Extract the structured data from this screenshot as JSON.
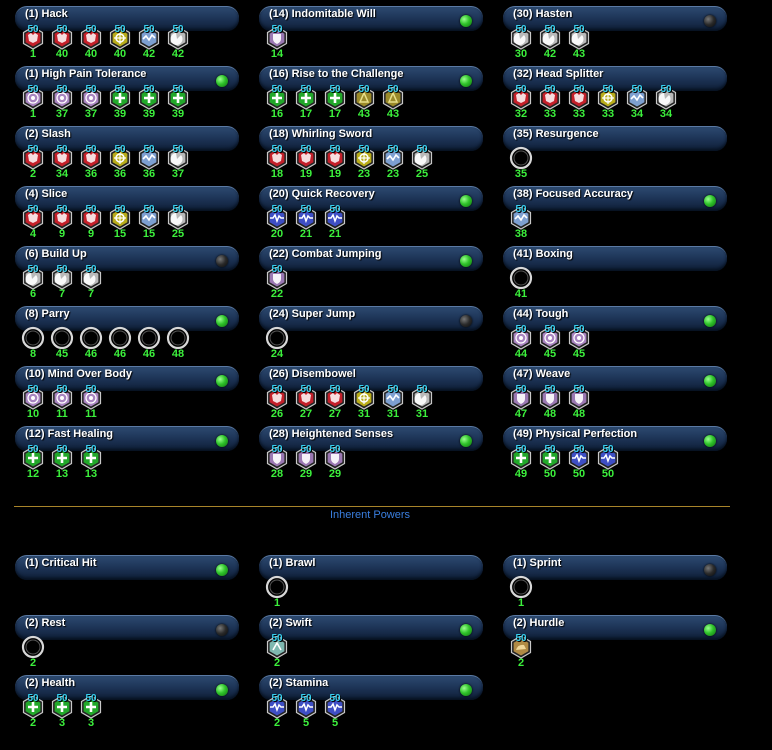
{
  "primary": [
    {
      "label": "(1) Hack",
      "active": false,
      "slots": [
        {
          "t": "red",
          "lv": "50",
          "sl": "1"
        },
        {
          "t": "red",
          "lv": "50",
          "sl": "40"
        },
        {
          "t": "red",
          "lv": "50",
          "sl": "40"
        },
        {
          "t": "yellow",
          "lv": "50",
          "sl": "40"
        },
        {
          "t": "blue",
          "lv": "50",
          "sl": "42"
        },
        {
          "t": "gray",
          "lv": "50",
          "sl": "42"
        }
      ]
    },
    {
      "label": "(1) High Pain Tolerance",
      "active": true,
      "slots": [
        {
          "t": "purple",
          "lv": "50",
          "sl": "1"
        },
        {
          "t": "purple",
          "lv": "50",
          "sl": "37"
        },
        {
          "t": "purple",
          "lv": "50",
          "sl": "37"
        },
        {
          "t": "green",
          "lv": "50",
          "sl": "39"
        },
        {
          "t": "green",
          "lv": "50",
          "sl": "39"
        },
        {
          "t": "green",
          "lv": "50",
          "sl": "39"
        }
      ]
    },
    {
      "label": "(2) Slash",
      "active": false,
      "slots": [
        {
          "t": "red",
          "lv": "50",
          "sl": "2"
        },
        {
          "t": "red",
          "lv": "50",
          "sl": "34"
        },
        {
          "t": "red",
          "lv": "50",
          "sl": "36"
        },
        {
          "t": "yellow",
          "lv": "50",
          "sl": "36"
        },
        {
          "t": "blue",
          "lv": "50",
          "sl": "36"
        },
        {
          "t": "gray",
          "lv": "50",
          "sl": "37"
        }
      ]
    },
    {
      "label": "(4) Slice",
      "active": false,
      "slots": [
        {
          "t": "red",
          "lv": "50",
          "sl": "4"
        },
        {
          "t": "red",
          "lv": "50",
          "sl": "9"
        },
        {
          "t": "red",
          "lv": "50",
          "sl": "9"
        },
        {
          "t": "yellow",
          "lv": "50",
          "sl": "15"
        },
        {
          "t": "blue",
          "lv": "50",
          "sl": "15"
        },
        {
          "t": "gray",
          "lv": "50",
          "sl": "25"
        }
      ]
    },
    {
      "label": "(6) Build Up",
      "active": false,
      "off": true,
      "slots": [
        {
          "t": "gray",
          "lv": "50",
          "sl": "6"
        },
        {
          "t": "gray",
          "lv": "50",
          "sl": "7"
        },
        {
          "t": "gray",
          "lv": "50",
          "sl": "7"
        }
      ]
    },
    {
      "label": "(8) Parry",
      "active": true,
      "slots": [
        {
          "t": "empty",
          "lv": "",
          "sl": "8"
        },
        {
          "t": "empty",
          "lv": "",
          "sl": "45"
        },
        {
          "t": "empty",
          "lv": "",
          "sl": "46"
        },
        {
          "t": "empty",
          "lv": "",
          "sl": "46"
        },
        {
          "t": "empty",
          "lv": "",
          "sl": "46"
        },
        {
          "t": "empty",
          "lv": "",
          "sl": "48"
        }
      ]
    },
    {
      "label": "(10) Mind Over Body",
      "active": true,
      "slots": [
        {
          "t": "purple",
          "lv": "50",
          "sl": "10"
        },
        {
          "t": "purple",
          "lv": "50",
          "sl": "11"
        },
        {
          "t": "purple",
          "lv": "50",
          "sl": "11"
        }
      ]
    },
    {
      "label": "(12) Fast Healing",
      "active": true,
      "slots": [
        {
          "t": "green",
          "lv": "50",
          "sl": "12"
        },
        {
          "t": "green",
          "lv": "50",
          "sl": "13"
        },
        {
          "t": "green",
          "lv": "50",
          "sl": "13"
        }
      ]
    },
    {
      "label": "(14) Indomitable Will",
      "active": true,
      "slots": [
        {
          "t": "shield",
          "lv": "50",
          "sl": "14"
        }
      ]
    },
    {
      "label": "(16) Rise to the Challenge",
      "active": true,
      "slots": [
        {
          "t": "green",
          "lv": "50",
          "sl": "16"
        },
        {
          "t": "green",
          "lv": "50",
          "sl": "17"
        },
        {
          "t": "green",
          "lv": "50",
          "sl": "17"
        },
        {
          "t": "olive",
          "lv": "50",
          "sl": "43"
        },
        {
          "t": "olive",
          "lv": "50",
          "sl": "43"
        }
      ]
    },
    {
      "label": "(18) Whirling Sword",
      "active": false,
      "slots": [
        {
          "t": "red",
          "lv": "50",
          "sl": "18"
        },
        {
          "t": "red",
          "lv": "50",
          "sl": "19"
        },
        {
          "t": "red",
          "lv": "50",
          "sl": "19"
        },
        {
          "t": "yellow",
          "lv": "50",
          "sl": "23"
        },
        {
          "t": "blue",
          "lv": "50",
          "sl": "23"
        },
        {
          "t": "gray",
          "lv": "50",
          "sl": "25"
        }
      ]
    },
    {
      "label": "(20) Quick Recovery",
      "active": true,
      "slots": [
        {
          "t": "wave",
          "lv": "50",
          "sl": "20"
        },
        {
          "t": "wave",
          "lv": "50",
          "sl": "21"
        },
        {
          "t": "wave",
          "lv": "50",
          "sl": "21"
        }
      ]
    },
    {
      "label": "(22) Combat Jumping",
      "active": true,
      "slots": [
        {
          "t": "shield",
          "lv": "50",
          "sl": "22"
        }
      ]
    },
    {
      "label": "(24) Super Jump",
      "active": false,
      "off": true,
      "slots": [
        {
          "t": "empty",
          "lv": "",
          "sl": "24"
        }
      ]
    },
    {
      "label": "(26) Disembowel",
      "active": false,
      "slots": [
        {
          "t": "red",
          "lv": "50",
          "sl": "26"
        },
        {
          "t": "red",
          "lv": "50",
          "sl": "27"
        },
        {
          "t": "red",
          "lv": "50",
          "sl": "27"
        },
        {
          "t": "yellow",
          "lv": "50",
          "sl": "31"
        },
        {
          "t": "blue",
          "lv": "50",
          "sl": "31"
        },
        {
          "t": "gray",
          "lv": "50",
          "sl": "31"
        }
      ]
    },
    {
      "label": "(28) Heightened Senses",
      "active": true,
      "slots": [
        {
          "t": "shield",
          "lv": "50",
          "sl": "28"
        },
        {
          "t": "shield",
          "lv": "50",
          "sl": "29"
        },
        {
          "t": "shield",
          "lv": "50",
          "sl": "29"
        }
      ]
    },
    {
      "label": "(30) Hasten",
      "active": false,
      "off": true,
      "slots": [
        {
          "t": "gray",
          "lv": "50",
          "sl": "30"
        },
        {
          "t": "gray",
          "lv": "50",
          "sl": "42"
        },
        {
          "t": "gray",
          "lv": "50",
          "sl": "43"
        }
      ]
    },
    {
      "label": "(32) Head Splitter",
      "active": false,
      "slots": [
        {
          "t": "red",
          "lv": "50",
          "sl": "32"
        },
        {
          "t": "red",
          "lv": "50",
          "sl": "33"
        },
        {
          "t": "red",
          "lv": "50",
          "sl": "33"
        },
        {
          "t": "yellow",
          "lv": "50",
          "sl": "33"
        },
        {
          "t": "blue",
          "lv": "50",
          "sl": "34"
        },
        {
          "t": "gray",
          "lv": "50",
          "sl": "34"
        }
      ]
    },
    {
      "label": "(35) Resurgence",
      "active": false,
      "slots": [
        {
          "t": "empty",
          "lv": "",
          "sl": "35"
        }
      ]
    },
    {
      "label": "(38) Focused Accuracy",
      "active": true,
      "slots": [
        {
          "t": "blue",
          "lv": "50",
          "sl": "38"
        }
      ]
    },
    {
      "label": "(41) Boxing",
      "active": false,
      "slots": [
        {
          "t": "empty",
          "lv": "",
          "sl": "41"
        }
      ]
    },
    {
      "label": "(44) Tough",
      "active": true,
      "slots": [
        {
          "t": "purple",
          "lv": "50",
          "sl": "44"
        },
        {
          "t": "purple",
          "lv": "50",
          "sl": "45"
        },
        {
          "t": "purple",
          "lv": "50",
          "sl": "45"
        }
      ]
    },
    {
      "label": "(47) Weave",
      "active": true,
      "slots": [
        {
          "t": "shield",
          "lv": "50",
          "sl": "47"
        },
        {
          "t": "shield",
          "lv": "50",
          "sl": "48"
        },
        {
          "t": "shield",
          "lv": "50",
          "sl": "48"
        }
      ]
    },
    {
      "label": "(49) Physical Perfection",
      "active": true,
      "slots": [
        {
          "t": "green",
          "lv": "50",
          "sl": "49"
        },
        {
          "t": "green",
          "lv": "50",
          "sl": "50"
        },
        {
          "t": "wave",
          "lv": "50",
          "sl": "50"
        },
        {
          "t": "wave",
          "lv": "50",
          "sl": "50"
        }
      ]
    }
  ],
  "section_title": "Inherent Powers",
  "inherent": [
    {
      "label": "(1) Critical Hit",
      "active": true,
      "slots": []
    },
    {
      "label": "(1) Brawl",
      "active": false,
      "slots": [
        {
          "t": "empty",
          "lv": "",
          "sl": "1"
        }
      ]
    },
    {
      "label": "(1) Sprint",
      "active": false,
      "off": true,
      "slots": [
        {
          "t": "empty",
          "lv": "",
          "sl": "1"
        }
      ]
    },
    {
      "label": "(2) Rest",
      "active": false,
      "off": true,
      "slots": [
        {
          "t": "empty",
          "lv": "",
          "sl": "2"
        }
      ]
    },
    {
      "label": "(2) Swift",
      "active": true,
      "slots": [
        {
          "t": "teal",
          "lv": "50",
          "sl": "2"
        }
      ]
    },
    {
      "label": "(2) Hurdle",
      "active": true,
      "slots": [
        {
          "t": "boot",
          "lv": "50",
          "sl": "2"
        }
      ]
    },
    {
      "label": "(2) Health",
      "active": true,
      "slots": [
        {
          "t": "green",
          "lv": "50",
          "sl": "2"
        },
        {
          "t": "green",
          "lv": "50",
          "sl": "3"
        },
        {
          "t": "green",
          "lv": "50",
          "sl": "3"
        }
      ]
    },
    {
      "label": "(2) Stamina",
      "active": true,
      "slots": [
        {
          "t": "wave",
          "lv": "50",
          "sl": "2"
        },
        {
          "t": "wave",
          "lv": "50",
          "sl": "5"
        },
        {
          "t": "wave",
          "lv": "50",
          "sl": "5"
        }
      ]
    }
  ],
  "enhancement_colors": {
    "red": "#c4202a",
    "yellow": "#b8ac1a",
    "blue": "#7d9fd0",
    "gray": "#b9b9b9",
    "purple": "#a884c0",
    "green": "#22a82a",
    "shield": "#9a78b2",
    "olive": "#9a8a2a",
    "wave": "#3e4ec4",
    "teal": "#7fb8b0",
    "boot": "#b08a44"
  },
  "icons": {
    "red": "fist-icon",
    "yellow": "crosshair-icon",
    "blue": "accuracy-icon",
    "gray": "timer-icon",
    "purple": "resist-icon",
    "green": "heal-icon",
    "shield": "defense-icon",
    "olive": "endurance-icon",
    "wave": "recovery-icon",
    "teal": "run-icon",
    "boot": "jump-icon",
    "empty": "empty-slot-icon"
  }
}
